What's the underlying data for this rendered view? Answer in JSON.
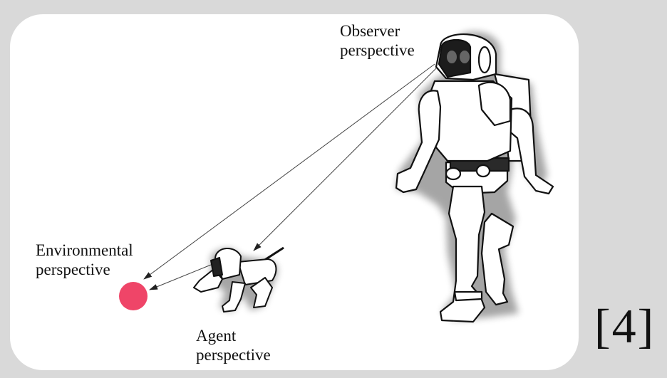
{
  "labels": {
    "observer": [
      "Observer",
      "perspective"
    ],
    "environmental": [
      "Environmental",
      "perspective"
    ],
    "agent": [
      "Agent",
      "perspective"
    ]
  },
  "reference": "[4]",
  "colors": {
    "ball": "#ef4568",
    "background": "#d9d9d9",
    "panel": "#ffffff"
  }
}
